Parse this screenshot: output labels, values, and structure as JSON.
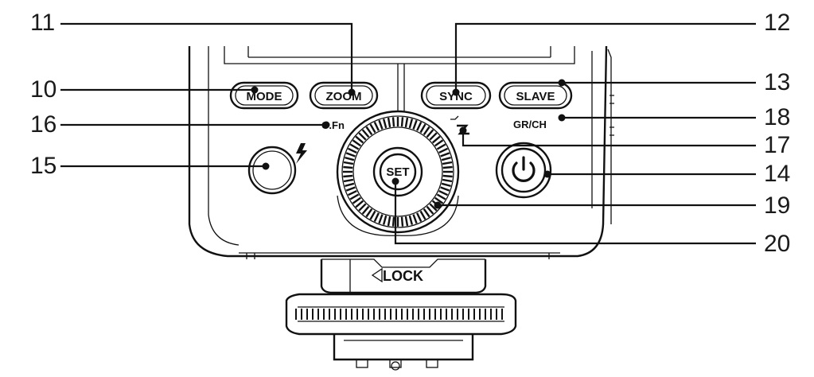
{
  "buttons": {
    "mode": "MODE",
    "zoom": "ZOOM",
    "sync": "SYNC",
    "slave": "SLAVE",
    "set": "SET"
  },
  "labels": {
    "cfn": "C.Fn",
    "grch": "GR/CH",
    "lock": "LOCK"
  },
  "callouts": [
    "10",
    "11",
    "12",
    "13",
    "14",
    "15",
    "16",
    "17",
    "18",
    "19",
    "20"
  ],
  "colors": {
    "line": "#111111",
    "background": "#ffffff"
  }
}
